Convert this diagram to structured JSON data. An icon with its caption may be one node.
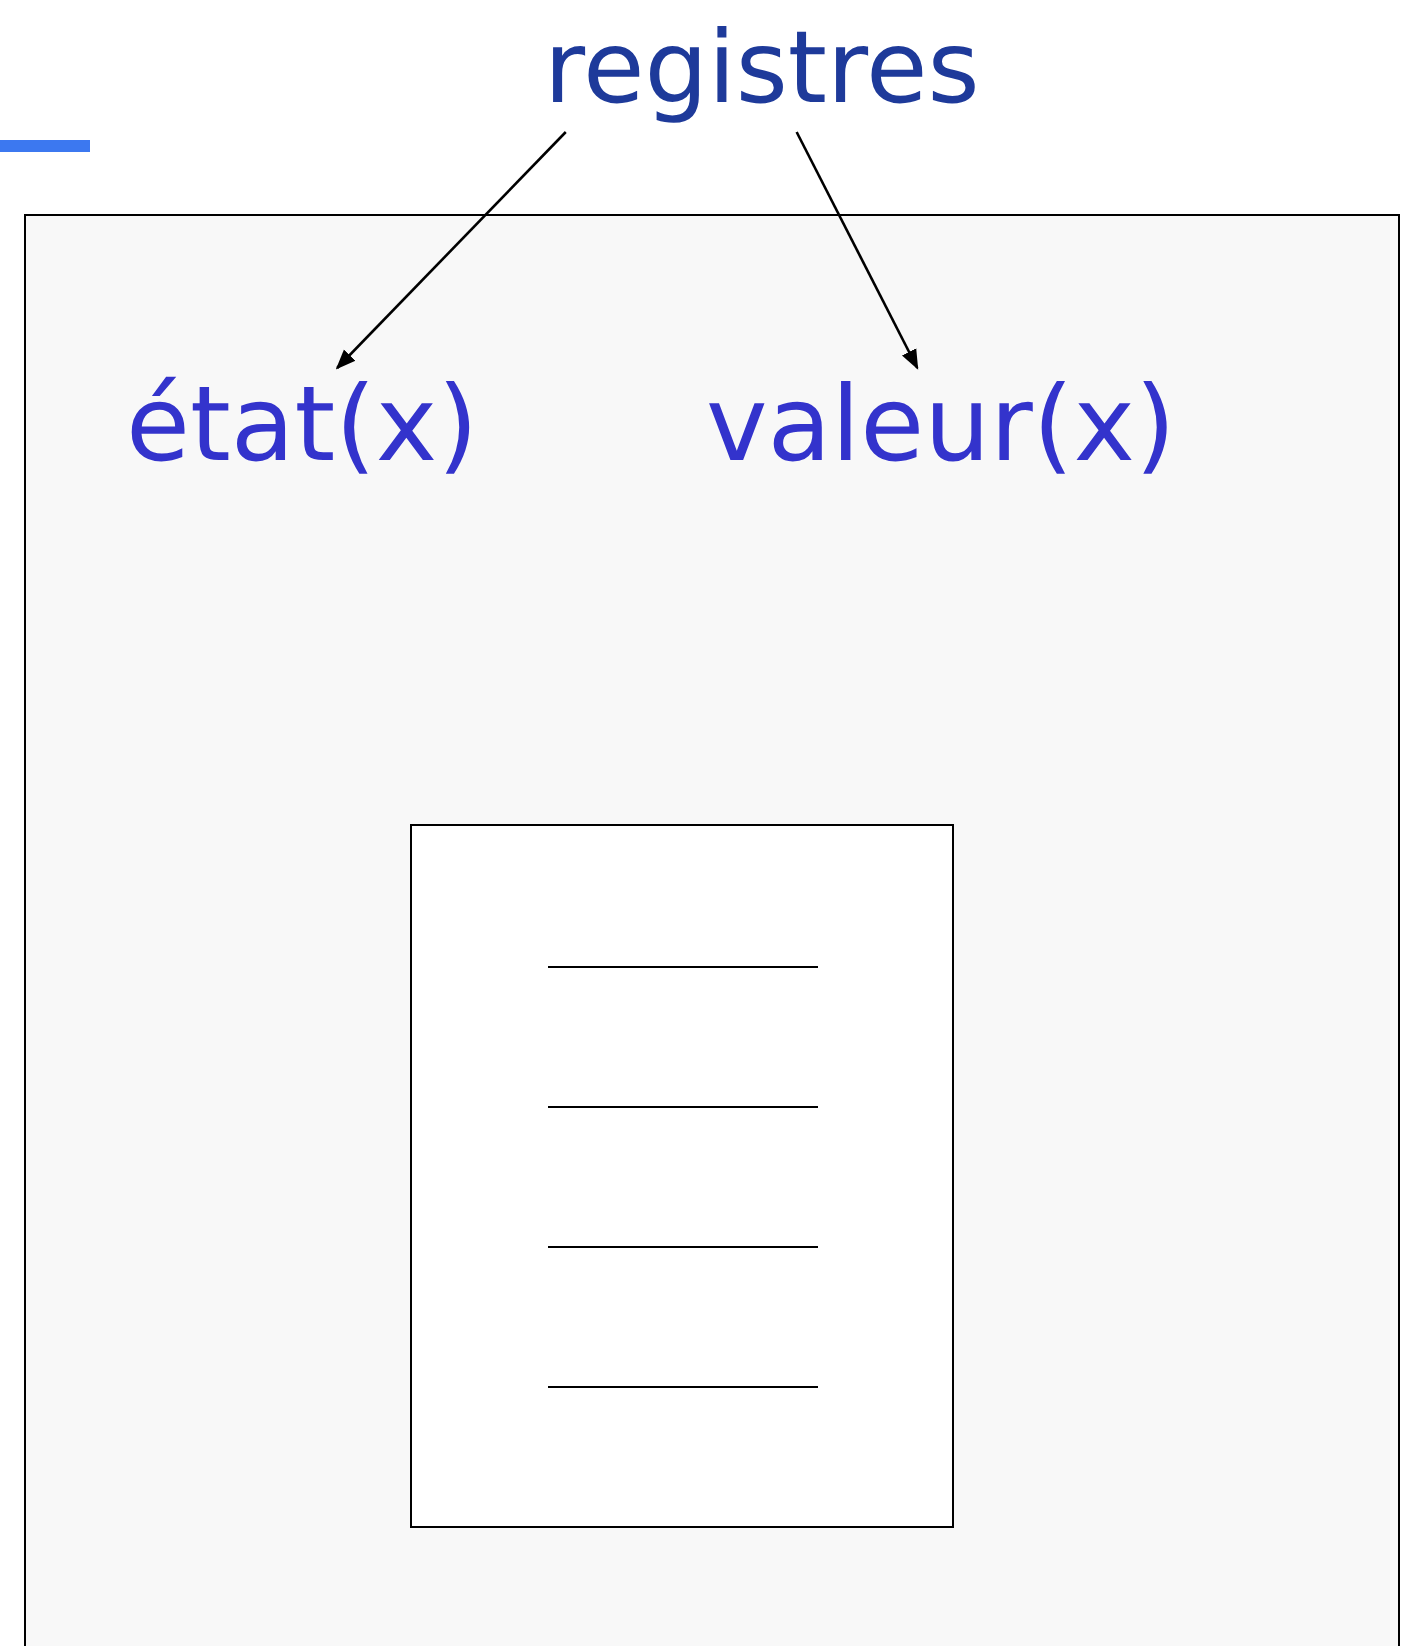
{
  "diagram": {
    "nodes": [
      {
        "text": [
          "registres"
        ]
      },
      {
        "text": [],
        "shape": "box"
      },
      {
        "text": [
          "état(x)"
        ],
        "in": 1
      },
      {
        "text": [
          "valeur(x)"
        ],
        "in": 1
      },
      {
        "text": [],
        "shape": "box",
        "in": 1
      }
    ],
    "edges": [
      {
        "from": 0,
        "to": 2,
        "arrow": "to"
      },
      {
        "from": 0,
        "to": 3,
        "arrow": "to"
      }
    ]
  }
}
